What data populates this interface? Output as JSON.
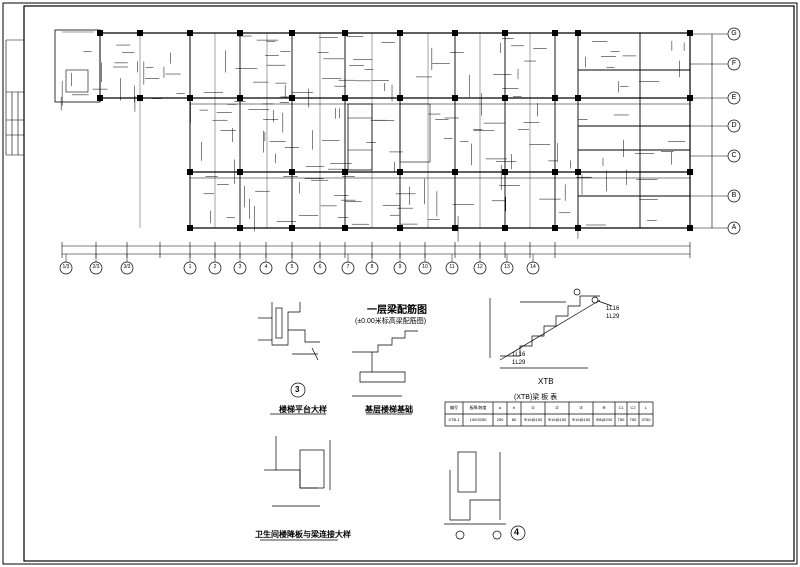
{
  "drawing": {
    "title": "一层梁配筋图",
    "subtitle": "(±0.00米标高梁配筋图)"
  },
  "axes_bottom": [
    "1/3",
    "2/3",
    "3/3",
    "1",
    "2",
    "3",
    "4",
    "5",
    "6",
    "7",
    "8",
    "9",
    "10",
    "11",
    "12",
    "13",
    "14"
  ],
  "axes_right": [
    "G",
    "F",
    "E",
    "D",
    "C",
    "B",
    "A"
  ],
  "details": {
    "d3_number": "3",
    "d3_title": "楼梯平台大样",
    "base_title": "基层楼梯基础",
    "toilet_title": "卫生间楼降板与梁连接大样",
    "d4_number": "4",
    "stair_title": "XTB"
  },
  "table": {
    "caption": "(XTB)梁 板 表",
    "headers": [
      "编号",
      "板厚/跨度",
      "a",
      "b",
      "①",
      "②",
      "③",
      "④",
      "C1",
      "C2",
      "L"
    ],
    "row": [
      "XTB-1",
      "100/3250",
      "250",
      "80",
      "Φ10@150",
      "Φ10@150",
      "Φ10@150",
      "Φ8@200",
      "750",
      "750",
      "3750"
    ]
  },
  "stair_labels": {
    "h1": "1L16",
    "h2": "1L29",
    "h3": "1L16",
    "h4": "1L29"
  }
}
